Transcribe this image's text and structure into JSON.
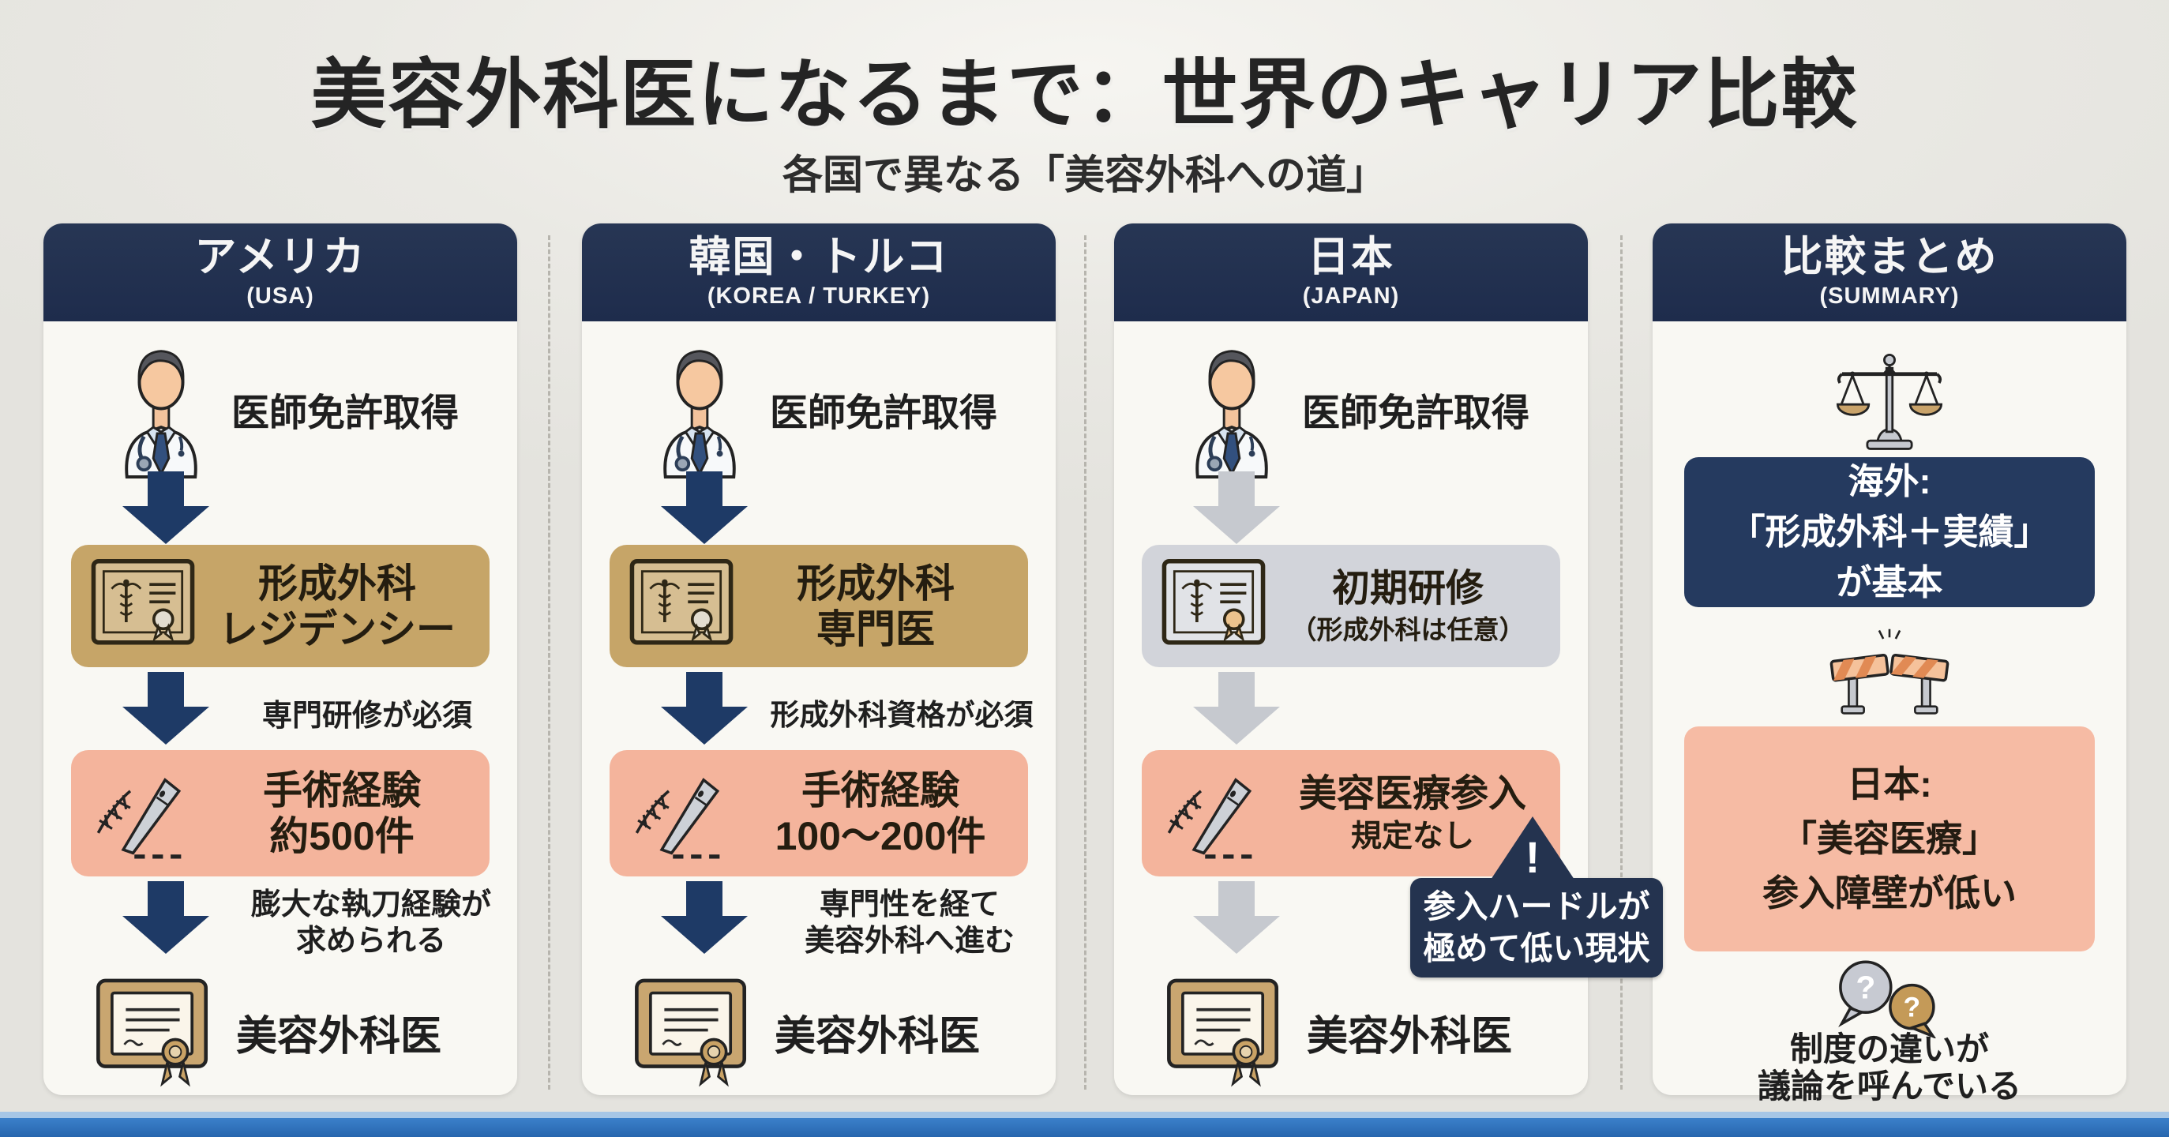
{
  "title": "美容外科医になるまで：世界のキャリア比較",
  "subtitle": "各国で異なる「美容外科への道」",
  "columns": {
    "usa": {
      "name": "アメリカ",
      "name_en": "(USA)",
      "step1_label": "医師免許取得",
      "box1_line1": "形成外科",
      "box1_line2": "レジデンシー",
      "note1": "専門研修が必須",
      "box2_line1": "手術経験",
      "box2_line2": "約500件",
      "note2_line1": "膨大な執刀経験が",
      "note2_line2": "求められる",
      "final_label": "美容外科医"
    },
    "korea_turkey": {
      "name": "韓国・トルコ",
      "name_en": "(KOREA / TURKEY)",
      "step1_label": "医師免許取得",
      "box1_line1": "形成外科",
      "box1_line2": "専門医",
      "note1": "形成外科資格が必須",
      "box2_line1": "手術経験",
      "box2_line2": "100〜200件",
      "note2_line1": "専門性を経て",
      "note2_line2": "美容外科へ進む",
      "final_label": "美容外科医"
    },
    "japan": {
      "name": "日本",
      "name_en": "(JAPAN)",
      "step1_label": "医師免許取得",
      "box1_line1": "初期研修",
      "box1_line2": "（形成外科は任意）",
      "box2_line1": "美容医療参入",
      "box2_line2": "規定なし",
      "callout_mark": "!",
      "callout_line1": "参入ハードルが",
      "callout_line2": "極めて低い現状",
      "final_label": "美容外科医"
    },
    "summary": {
      "name": "比較まとめ",
      "name_en": "(SUMMARY)",
      "box1_line1": "海外:",
      "box1_line2": "「形成外科＋実績」",
      "box1_line3": "が基本",
      "box2_line1": "日本:",
      "box2_line2": "「美容医療」",
      "box2_line3": "参入障壁が低い",
      "note_line1": "制度の違いが",
      "note_line2": "議論を呼んでいる"
    }
  },
  "icons": {
    "doctor": "doctor-icon",
    "certificate_seal": "certificate-seal-icon",
    "scalpel": "scalpel-icon",
    "diploma": "diploma-icon",
    "scale": "scale-icon",
    "broken_barrier": "broken-barrier-icon",
    "question_bubbles": "question-bubbles-icon",
    "exclamation": "exclamation-icon",
    "down_arrow": "down-arrow-icon"
  },
  "colors": {
    "header_navy": "#223150",
    "summary_box_navy": "#253a5f",
    "callout_navy": "#24334f",
    "arrow_navy": "#1e3a66",
    "gold_box": "#c6a568",
    "pink_box": "#f4b49c",
    "gray_box": "#d2d4da",
    "arrow_gray": "#c6c9cf",
    "footer_blue": "#2e73c0",
    "page_bg": "#e9e8e3",
    "card_bg": "#f9f8f3"
  }
}
